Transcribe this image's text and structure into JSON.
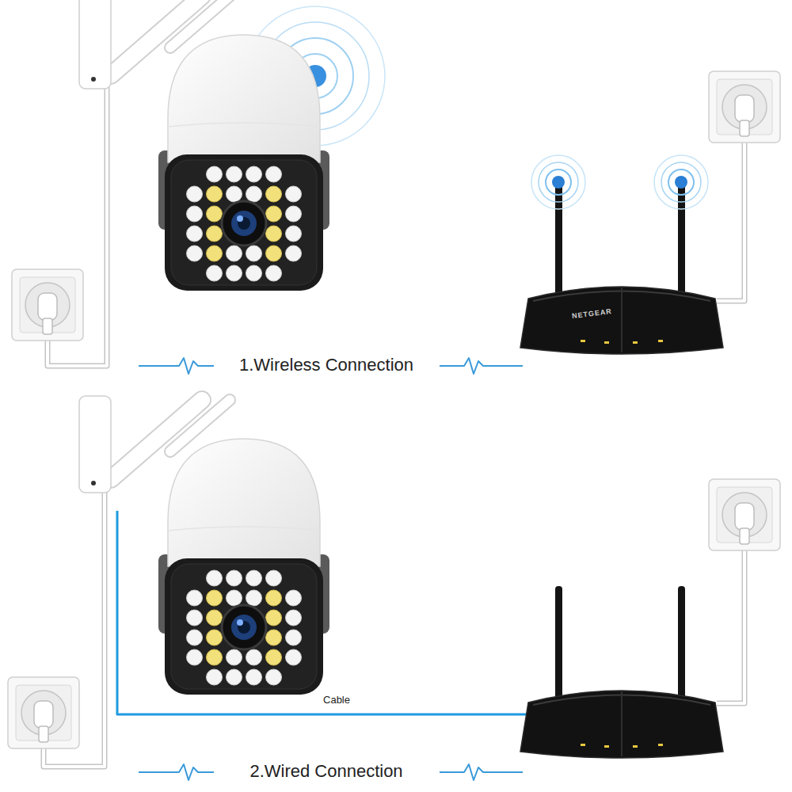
{
  "diagram": {
    "labels": [
      "NETGEAR",
      "1.Wireless Connection",
      "Cable",
      "2.Wired Connection"
    ]
  }
}
